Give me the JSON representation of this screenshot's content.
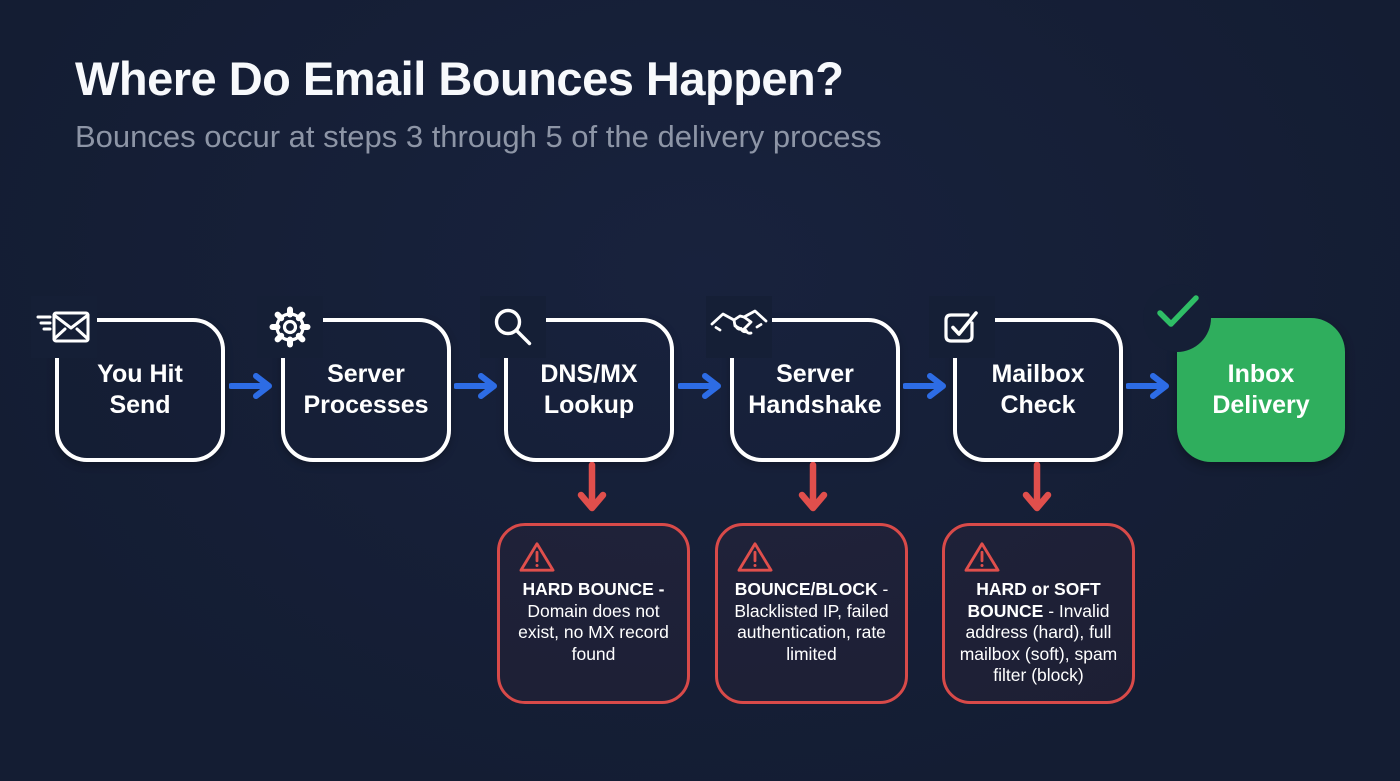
{
  "page": {
    "title": "Where Do Email Bounces Happen?",
    "subtitle": "Bounces occur at steps 3 through 5 of the delivery process"
  },
  "colors": {
    "background": "#151f36",
    "box_border_white": "#ffffff",
    "arrow_blue": "#2d6ce5",
    "success_green": "#2fae5d",
    "check_green": "#2fbe66",
    "error_red": "#d84a49",
    "subtitle_gray": "#8d95a6"
  },
  "steps": [
    {
      "label": "You Hit Send",
      "icon": "send-email-icon"
    },
    {
      "label": "Server Processes",
      "icon": "gear-icon"
    },
    {
      "label": "DNS/MX Lookup",
      "icon": "search-icon"
    },
    {
      "label": "Server Handshake",
      "icon": "handshake-icon"
    },
    {
      "label": "Mailbox Check",
      "icon": "checkbox-icon"
    },
    {
      "label": "Inbox Delivery",
      "icon": "checkmark-icon",
      "variant": "success"
    }
  ],
  "bounces": [
    {
      "icon": "warning-icon",
      "bold": "HARD BOUNCE -",
      "rest": "Domain does not exist, no MX record found"
    },
    {
      "icon": "warning-icon",
      "bold": "BOUNCE/BLOCK",
      "rest": "- Blacklisted IP, failed authentication, rate limited"
    },
    {
      "icon": "warning-icon",
      "bold": "HARD or SOFT BOUNCE",
      "rest": "- Invalid address (hard), full mailbox (soft), spam filter (block)"
    }
  ]
}
